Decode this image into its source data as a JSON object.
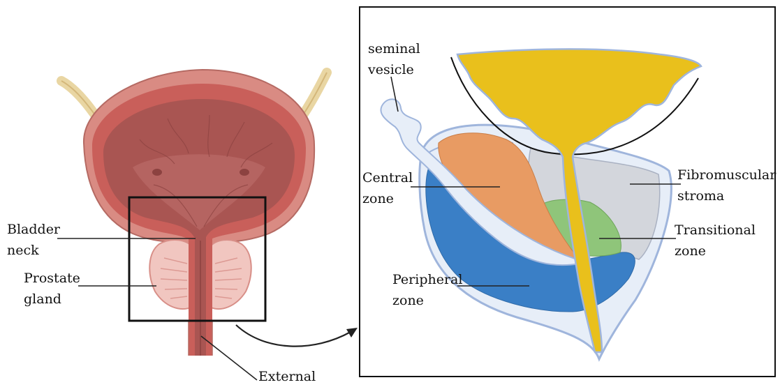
{
  "left_labels": {
    "bladder_neck": [
      "Bladder",
      "neck"
    ],
    "prostate_gland": [
      "Prostate",
      "gland"
    ],
    "external": "External"
  },
  "right_labels": {
    "seminal_vesicle": [
      "seminal",
      "vesicle"
    ],
    "central_zone": [
      "Central",
      "zone"
    ],
    "fibromuscular_stroma": [
      "Fibromuscular",
      "stroma"
    ],
    "transitional_zone": [
      "Transitional",
      "zone"
    ],
    "peripheral_zone": [
      "Peripheral",
      "zone"
    ]
  },
  "colors": {
    "bladder_outer": "#d98b83",
    "bladder_wall": "#c95f5a",
    "bladder_lumen": "#a95552",
    "prostate": "#f1c6c0",
    "ureter": "#e9d6a3",
    "urine_yellow": "#e9c01c",
    "central_zone": "#e89b63",
    "peripheral_zone": "#3a7fc6",
    "transitional_zone": "#8fc57a",
    "stroma": "#d3d6dc",
    "capsule": "#e7eef8",
    "capsule_edge": "#9fb5dc"
  }
}
